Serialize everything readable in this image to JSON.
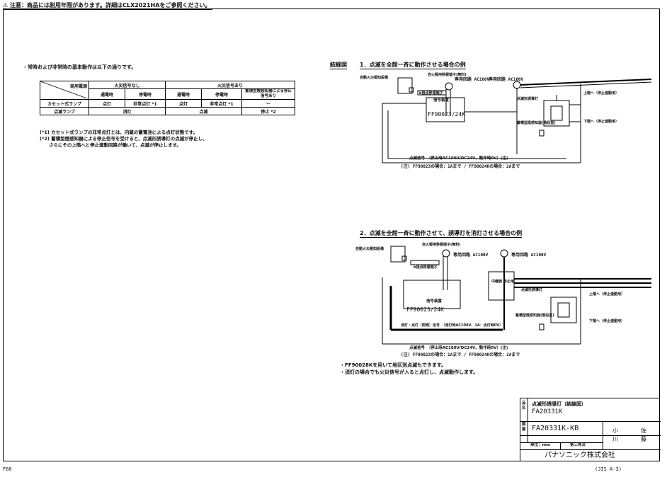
{
  "notice": "⚠ 注意：商品には耐用年限があります。詳細はCLX2021HAをご参照ください。",
  "intro": "・常時および非常時の基本動作は以下の通りです。",
  "table": {
    "diag_top": "商用電源",
    "group1": "火災信号なし",
    "group2": "火災信号あり",
    "sub": [
      "通電時",
      "停電時",
      "通電時",
      "停電時",
      "蓄積型煙感知器による停止信号あり"
    ],
    "rows": [
      {
        "label": "カセット式ランプ",
        "cells": [
          "点灯",
          "非常点灯 *1",
          "点灯",
          "非常点灯 *1",
          "—"
        ]
      },
      {
        "label": "点滅ランプ",
        "cells": [
          "消灯",
          "点滅",
          "停止 *2"
        ]
      }
    ]
  },
  "notes": [
    "(*1) カセット式ランプの非常点灯とは、内蔵の蓄電池による点灯状態です。",
    "(*2) 蓄積型煙感知器による停止信号を受けると、点滅形誘導灯の点滅が停止し、",
    "　　さらにその上階へと停止連動回路が働いて、点滅が停止します。"
  ],
  "wiring_label": "結線図",
  "diagram1": {
    "title": "1．点滅を全館一斉に動作させる場合の例",
    "fire_panel": "自動火災報知設備",
    "fire_alarm": "自火報用移報端子(無料)",
    "b_terminal": "b接点移報端子",
    "power1": "専用回路 AC100V",
    "power2": "専用回路 AC100V",
    "device_label": "信号装置",
    "device_model": "FF90023/24K",
    "lamp_label": "点滅形誘導灯",
    "smoke": "蓄積型煙感知器(階段室)",
    "up": "上階へ（停止連動用）",
    "down": "下階へ（停止連動用）",
    "signal": "点滅信号　（停止時AC100V/DC24V、動作時0V）(注)",
    "note": "(注) FF90023の場合：1Aまで / FF90024Kの場合：2Aまで"
  },
  "diagram2": {
    "title": "2．点滅を全館一斉に動作させて、誘導灯を消灯させる場合の例",
    "fire_panel": "自動火災報知設備",
    "fire_alarm": "自火報用移報端子(無料)",
    "b_terminal": "b接点移報端子",
    "power1": "専用回路 AC100V",
    "power2": "専用回路 AC100V",
    "relay": "中継器 停止用",
    "device_label": "信号装置",
    "device_model": "FF90023/24K",
    "lamp_label": "点滅形誘導灯",
    "smoke": "蓄積型煙感知器(階段室)",
    "up": "上階へ（停止連動用）",
    "down": "下階へ（停止連動用）",
    "offsig": "消灯・点灯（照明）信号　（消灯時AC100V、1A：点灯時0V）",
    "signal": "点滅信号　（停止時AC100V/DC24V、動作時0V）(注)",
    "note": "(注) FF90023の場合：1Aまで / FF90024Kの場合：2Aまで"
  },
  "bottom_notes": [
    "・FF90028Kを用いて地区別点滅もできます。",
    "・消灯の場合でも火災信号が入ると点灯し、点滅動作します。"
  ],
  "titleblock": {
    "hinmei_label": "品名",
    "hinmei1": "点滅形誘導灯（結線図）",
    "hinmei2": "FA20331K",
    "zuban_label": "図番",
    "zuban": "FA20331K-KB",
    "unit": "単位：mm",
    "projection": "第三角法",
    "sign1": "小 川",
    "sign2": "佐 藤",
    "company": "パナソニック株式会社"
  },
  "footer_left": "F60",
  "footer_right": "(JIS A-3)"
}
